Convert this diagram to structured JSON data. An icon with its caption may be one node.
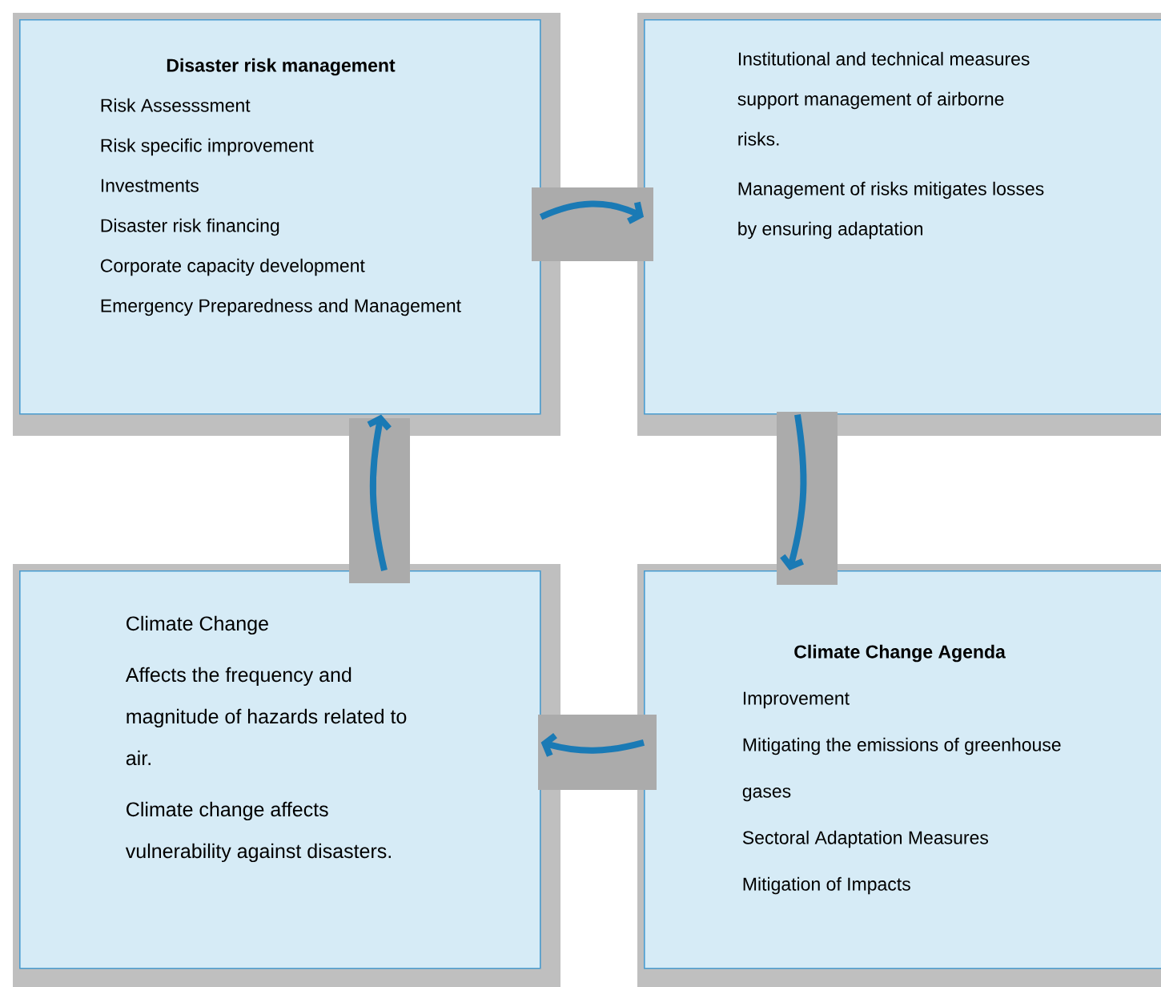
{
  "diagram": {
    "nodes": [
      {
        "text": [
          "Disaster risk management",
          "Risk Assesssment",
          "Risk specific improvement",
          "Investments",
          "Disaster risk financing",
          "Corporate capacity development",
          "Emergency Preparedness and Management"
        ]
      },
      {
        "text": [
          "Institutional and technical measures support management of airborne risks.",
          "Management of risks mitigates losses by ensuring adaptation"
        ]
      },
      {
        "text": [
          "Climate Change",
          "Affects the frequency and magnitude of hazards related to air.",
          "Climate change affects vulnerability against disasters."
        ]
      },
      {
        "text": [
          "Climate Change Agenda",
          "Improvement",
          "Mitigating the emissions of greenhouse gases",
          "Sectoral Adaptation Measures",
          "Mitigation of Impacts"
        ]
      }
    ],
    "edges": [
      {
        "from": 0,
        "to": 1,
        "arrow": "to"
      },
      {
        "from": 1,
        "to": 3,
        "arrow": "to"
      },
      {
        "from": 3,
        "to": 2,
        "arrow": "to"
      },
      {
        "from": 2,
        "to": 0,
        "arrow": "to"
      }
    ]
  }
}
